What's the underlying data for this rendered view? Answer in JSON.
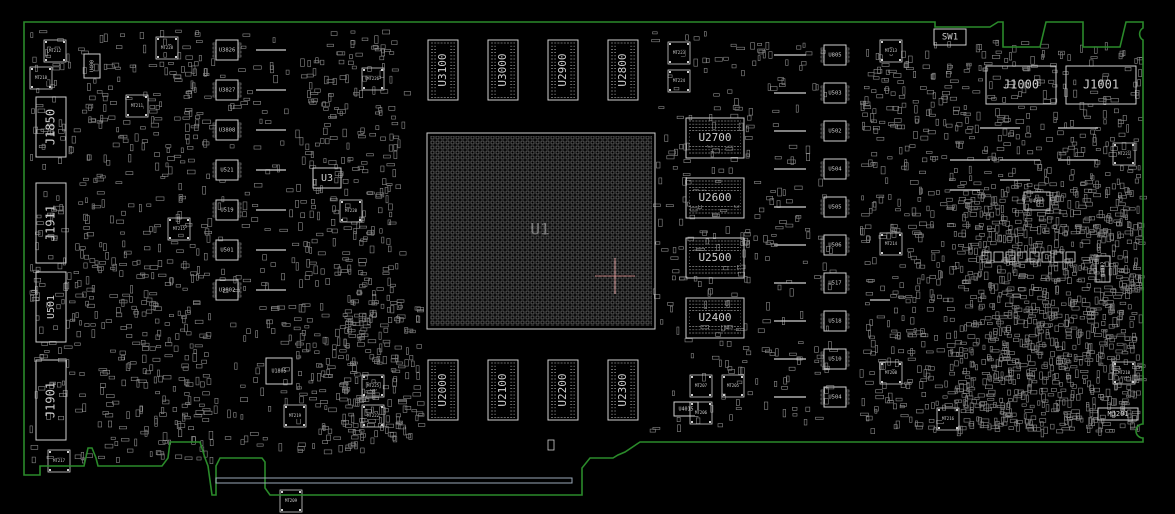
{
  "colors": {
    "background": "#000000",
    "outline": "#2a8a2a",
    "silk": "#cfcfcf",
    "silk_dim": "#8a8a8a",
    "label_gray": "#7a7a7a",
    "cursor": "#c98a8a",
    "finger": "#9aa8b8"
  },
  "labels": {
    "gpu": "U1",
    "sw": "SW1",
    "j1000": "J1000",
    "j1001": "J1001",
    "j1850": "J1850",
    "j1911": "J1911",
    "j1901": "J1901",
    "u3": "U3",
    "mj201": "MJ201",
    "u4300": "U4300",
    "u4015": "U4015",
    "u4002": "U4002",
    "u400": "U400",
    "u501": "U501",
    "u1805": "U1805",
    "mt212": "MT212",
    "mt218": "MT218",
    "mt211": "MT211",
    "mt217": "MT217",
    "mt215": "MT215",
    "mt228": "MT228",
    "mt226": "MT226",
    "mt225": "MT225",
    "mt224": "MT224",
    "mt223": "MT223",
    "mt222": "MT222",
    "mt220": "MT220",
    "mt219": "MT219",
    "mt207": "MT207",
    "mt205": "MT205",
    "mt206": "MT206",
    "mt209": "MT209",
    "mt213": "MT213",
    "mt214": "MT214",
    "mt216": "MT216",
    "mt208": "MT208",
    "mt210": "MT210",
    "mt221": "MT221"
  },
  "mem_top": [
    "U3100",
    "U3000",
    "U2900",
    "U2800"
  ],
  "mem_bottom": [
    "U2000",
    "U2100",
    "U2200",
    "U2300"
  ],
  "mem_right": [
    "U2700",
    "U2600",
    "U2500",
    "U2400"
  ],
  "vrm_left": [
    "U3826",
    "U3827",
    "U3808",
    "U521",
    "U519",
    "U501",
    "U3802"
  ],
  "vrm_right": [
    "U805",
    "U503",
    "U502",
    "U504",
    "U505",
    "U506",
    "U517",
    "U518",
    "U510",
    "U504"
  ]
}
